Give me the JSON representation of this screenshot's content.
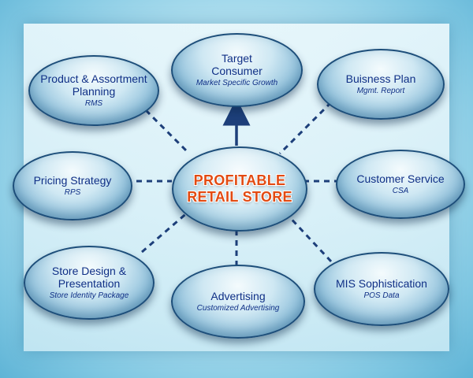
{
  "center": {
    "line1": "PROFITABLE",
    "line2": "RETAIL STORE"
  },
  "nodes": {
    "target": {
      "title1": "Target",
      "title2": "Consumer",
      "sub": "Market Specific Growth"
    },
    "product": {
      "title1": "Product & Assortment",
      "title2": "Planning",
      "sub": "RMS"
    },
    "business": {
      "title": "Buisness Plan",
      "sub": "Mgmt. Report"
    },
    "pricing": {
      "title": "Pricing Strategy",
      "sub": "RPS"
    },
    "customer": {
      "title": "Customer Service",
      "sub": "CSA"
    },
    "store": {
      "title1": "Store Design &",
      "title2": "Presentation",
      "sub": "Store Identity Package"
    },
    "advertising": {
      "title": "Advertising",
      "sub": "Customized Advertising"
    },
    "mis": {
      "title": "MIS Sophistication",
      "sub": "POS Data"
    }
  },
  "colors": {
    "node_text": "#0f2f86",
    "center_text": "#e24a12",
    "connector": "#1d3f7a",
    "node_border": "#1d4e7a"
  }
}
